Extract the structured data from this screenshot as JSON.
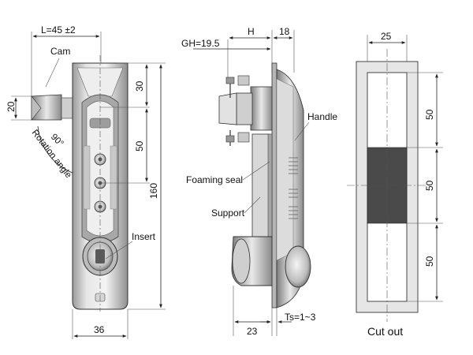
{
  "front_view": {
    "dim_length": "L=45 ±2",
    "cam_label": "Cam",
    "dim_20": "20",
    "angle": "90°",
    "rotation_label": "Rotation angle",
    "dim_30": "30",
    "dim_50": "50",
    "dim_160": "160",
    "insert_label": "Insert",
    "dim_36": "36"
  },
  "side_view": {
    "dim_gh": "GH=19.5",
    "dim_h": "H",
    "dim_18": "18",
    "handle_label": "Handle",
    "foaming_seal_label": "Foaming seal",
    "support_label": "Support",
    "dim_23": "23",
    "dim_ts": "Ts=1~3"
  },
  "cutout_view": {
    "dim_25": "25",
    "dim_50_top": "50",
    "dim_50_mid": "50",
    "dim_50_bot": "50",
    "caption": "Cut out"
  },
  "colors": {
    "body_gray": "#d9d9d9",
    "dark_fill": "#4a4a4a",
    "line": "#222222"
  }
}
